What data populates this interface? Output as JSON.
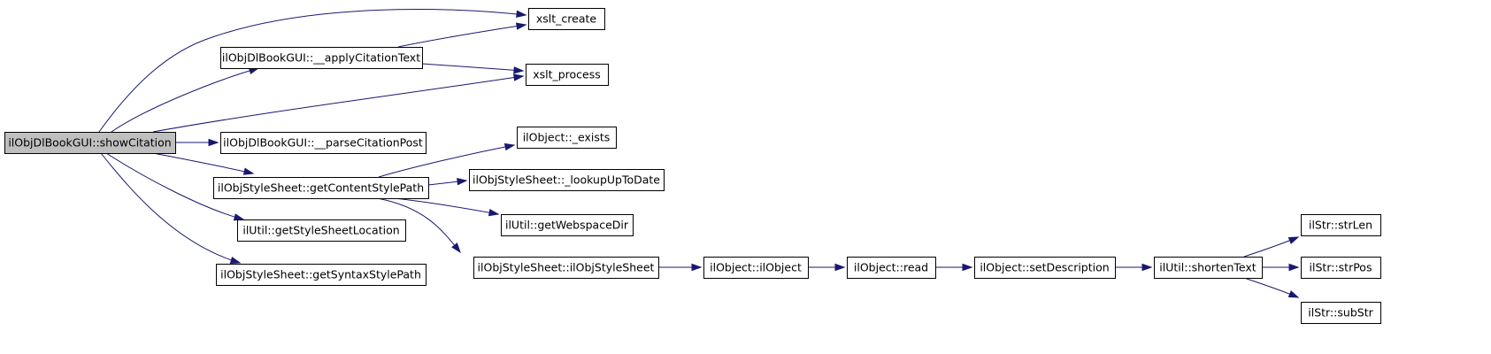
{
  "diagram": {
    "type": "call-graph",
    "colors": {
      "root_fill": "#bfbfbf",
      "node_fill": "#ffffff",
      "node_border": "#000000",
      "edge": "#191970"
    },
    "nodes": [
      {
        "id": "showCitation",
        "label": "ilObjDlBookGUI::showCitation",
        "root": true
      },
      {
        "id": "applyCitationText",
        "label": "ilObjDlBookGUI::__applyCitationText"
      },
      {
        "id": "xslt_create",
        "label": "xslt_create"
      },
      {
        "id": "xslt_process",
        "label": "xslt_process"
      },
      {
        "id": "parseCitationPost",
        "label": "ilObjDlBookGUI::__parseCitationPost"
      },
      {
        "id": "getContentStylePath",
        "label": "ilObjStyleSheet::getContentStylePath"
      },
      {
        "id": "getStyleSheetLocation",
        "label": "ilUtil::getStyleSheetLocation"
      },
      {
        "id": "getSyntaxStylePath",
        "label": "ilObjStyleSheet::getSyntaxStylePath"
      },
      {
        "id": "exists",
        "label": "ilObject::_exists"
      },
      {
        "id": "lookupUpToDate",
        "label": "ilObjStyleSheet::_lookupUpToDate"
      },
      {
        "id": "getWebspaceDir",
        "label": "ilUtil::getWebspaceDir"
      },
      {
        "id": "ilObjStyleSheetCtor",
        "label": "ilObjStyleSheet::ilObjStyleSheet"
      },
      {
        "id": "ilObjectCtor",
        "label": "ilObject::ilObject"
      },
      {
        "id": "read",
        "label": "ilObject::read"
      },
      {
        "id": "setDescription",
        "label": "ilObject::setDescription"
      },
      {
        "id": "shortenText",
        "label": "ilUtil::shortenText"
      },
      {
        "id": "strLen",
        "label": "ilStr::strLen"
      },
      {
        "id": "strPos",
        "label": "ilStr::strPos"
      },
      {
        "id": "subStr",
        "label": "ilStr::subStr"
      }
    ],
    "edges": [
      {
        "from": "showCitation",
        "to": "xslt_create"
      },
      {
        "from": "showCitation",
        "to": "applyCitationText"
      },
      {
        "from": "showCitation",
        "to": "xslt_process"
      },
      {
        "from": "showCitation",
        "to": "parseCitationPost"
      },
      {
        "from": "showCitation",
        "to": "getContentStylePath"
      },
      {
        "from": "showCitation",
        "to": "getStyleSheetLocation"
      },
      {
        "from": "showCitation",
        "to": "getSyntaxStylePath"
      },
      {
        "from": "applyCitationText",
        "to": "xslt_create"
      },
      {
        "from": "applyCitationText",
        "to": "xslt_process"
      },
      {
        "from": "getContentStylePath",
        "to": "exists"
      },
      {
        "from": "getContentStylePath",
        "to": "lookupUpToDate"
      },
      {
        "from": "getContentStylePath",
        "to": "getWebspaceDir"
      },
      {
        "from": "getContentStylePath",
        "to": "ilObjStyleSheetCtor"
      },
      {
        "from": "ilObjStyleSheetCtor",
        "to": "ilObjectCtor"
      },
      {
        "from": "ilObjectCtor",
        "to": "read"
      },
      {
        "from": "read",
        "to": "setDescription"
      },
      {
        "from": "setDescription",
        "to": "shortenText"
      },
      {
        "from": "shortenText",
        "to": "strLen"
      },
      {
        "from": "shortenText",
        "to": "strPos"
      },
      {
        "from": "shortenText",
        "to": "subStr"
      }
    ]
  }
}
